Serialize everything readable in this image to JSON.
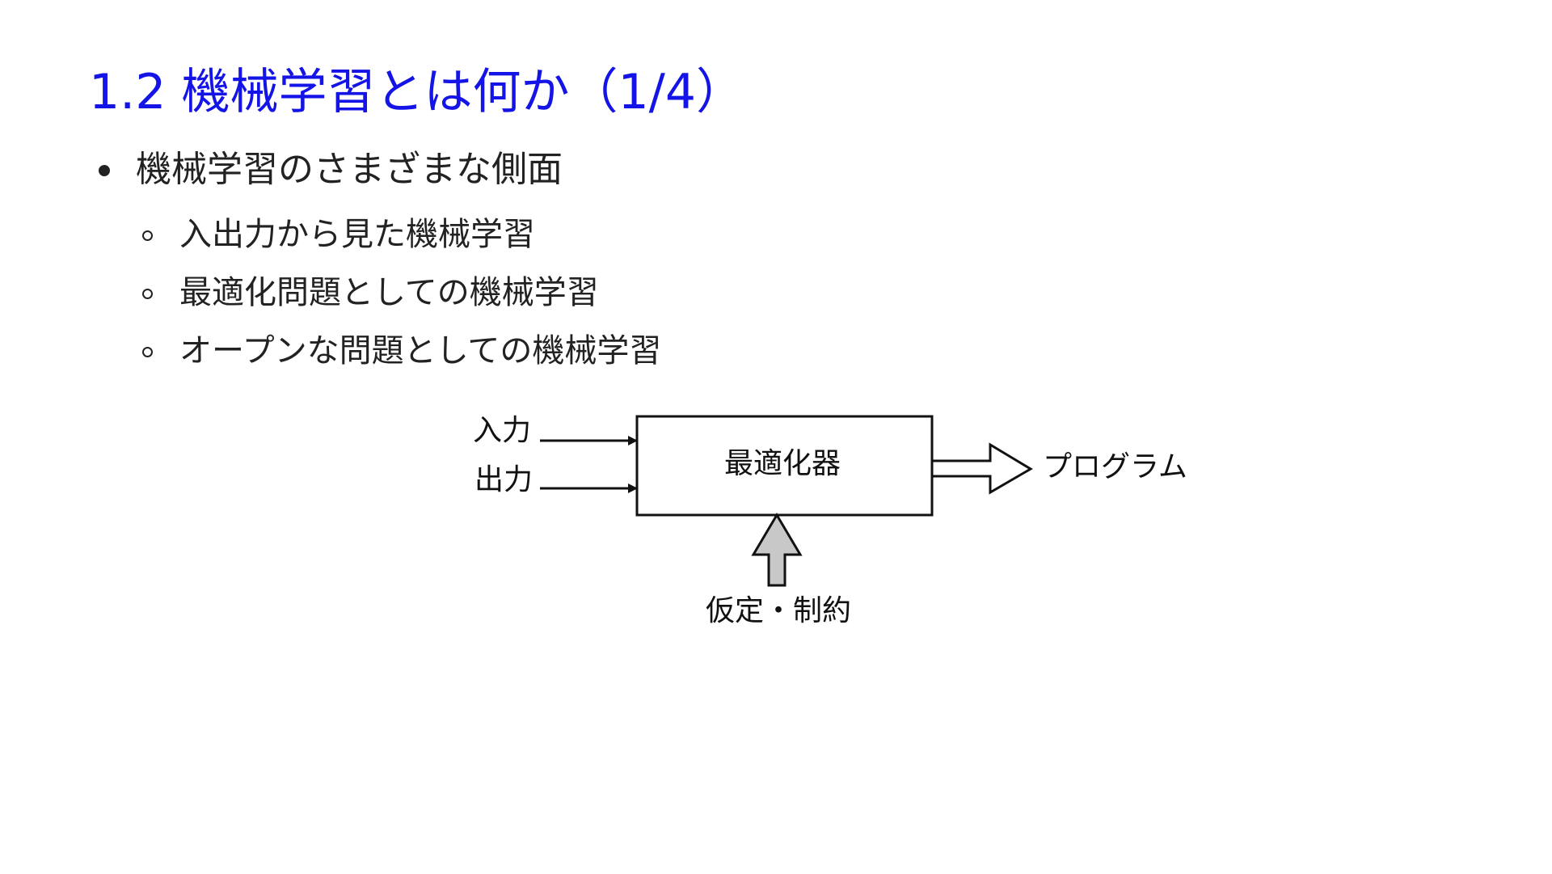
{
  "slide": {
    "title": "1.2 機械学習とは何か（1/4）",
    "bullets": [
      {
        "text": "機械学習のさまざまな側面",
        "children": [
          "入出力から見た機械学習",
          "最適化問題としての機械学習",
          "オープンな問題としての機械学習"
        ]
      }
    ]
  },
  "diagram": {
    "inputs": [
      "入力",
      "出力"
    ],
    "box_label": "最適化器",
    "output_label": "プログラム",
    "bottom_label": "仮定・制約",
    "colors": {
      "line": "#111111",
      "bottom_arrow_fill": "#c8c8c8",
      "output_arrow_fill": "#ffffff"
    }
  }
}
